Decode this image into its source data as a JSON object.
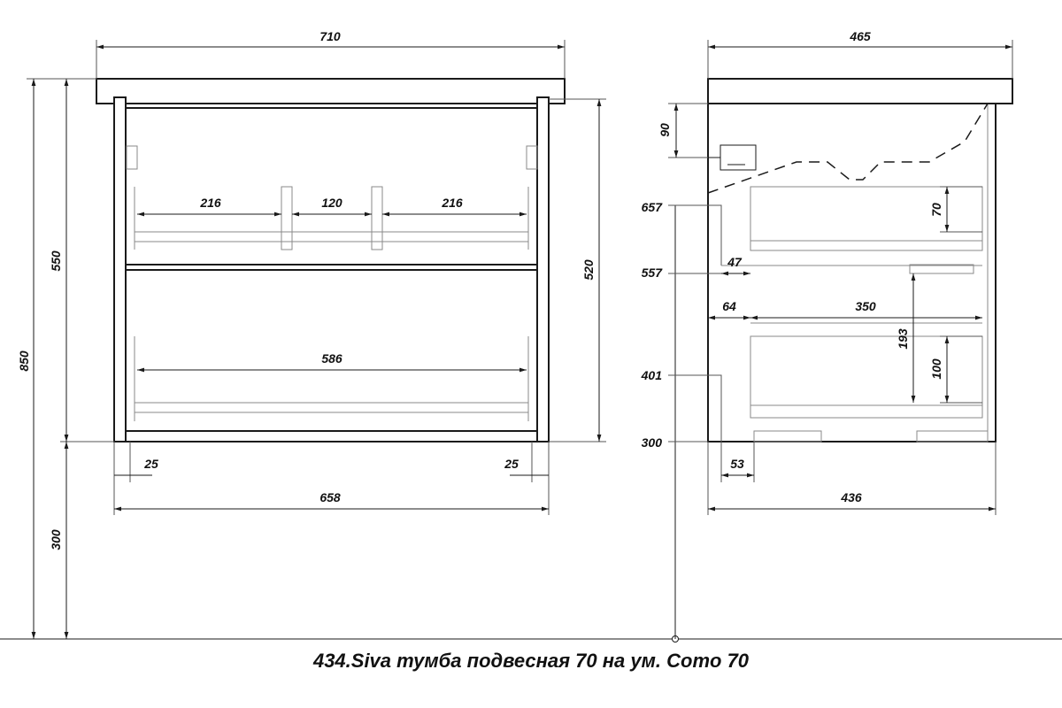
{
  "caption": "434.Siva тумба подвесная 70 на ум. Como 70",
  "front_view": {
    "width_top": "710",
    "width_body": "658",
    "height_total": "850",
    "height_body": "550",
    "height_mount": "300",
    "height_drawers": "520",
    "top_drawer_left": "216",
    "top_drawer_gap": "120",
    "top_drawer_right": "216",
    "bottom_drawer_width": "586",
    "side_left": "25",
    "side_right": "25"
  },
  "side_view": {
    "depth_top": "465",
    "depth_body": "436",
    "siphon_height": "90",
    "level_657": "657",
    "level_557": "557",
    "level_401": "401",
    "level_300": "300",
    "top_drawer_height": "70",
    "runner_offset": "47",
    "front_gap": "64",
    "drawer_depth": "350",
    "bottom_front_height": "193",
    "bottom_drawer_height": "100",
    "foot_offset": "53"
  }
}
